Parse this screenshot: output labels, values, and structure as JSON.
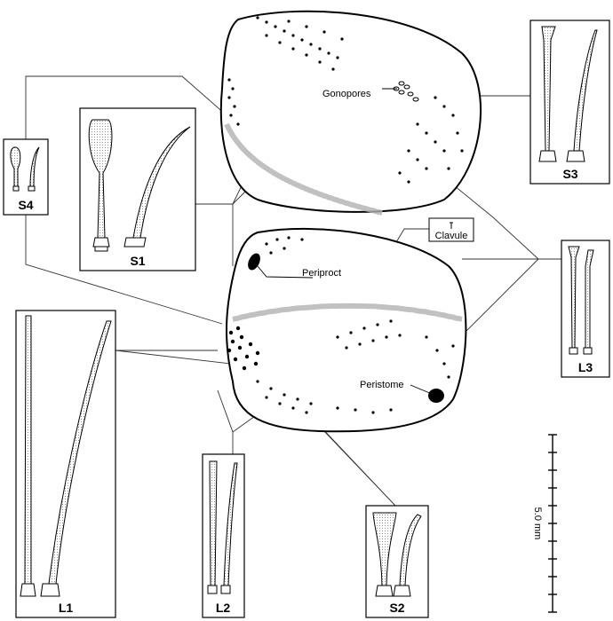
{
  "labels": {
    "gonopores": "Gonopores",
    "periproct": "Periproct",
    "peristome": "Peristome",
    "clavule": "Clavule"
  },
  "spine_boxes": [
    {
      "id": "S4",
      "label": "S4"
    },
    {
      "id": "S1",
      "label": "S1"
    },
    {
      "id": "S3",
      "label": "S3"
    },
    {
      "id": "L3",
      "label": "L3"
    },
    {
      "id": "L1",
      "label": "L1"
    },
    {
      "id": "L2",
      "label": "L2"
    },
    {
      "id": "S2",
      "label": "S2"
    }
  ],
  "scale_bar": {
    "label": "5.0 mm"
  }
}
